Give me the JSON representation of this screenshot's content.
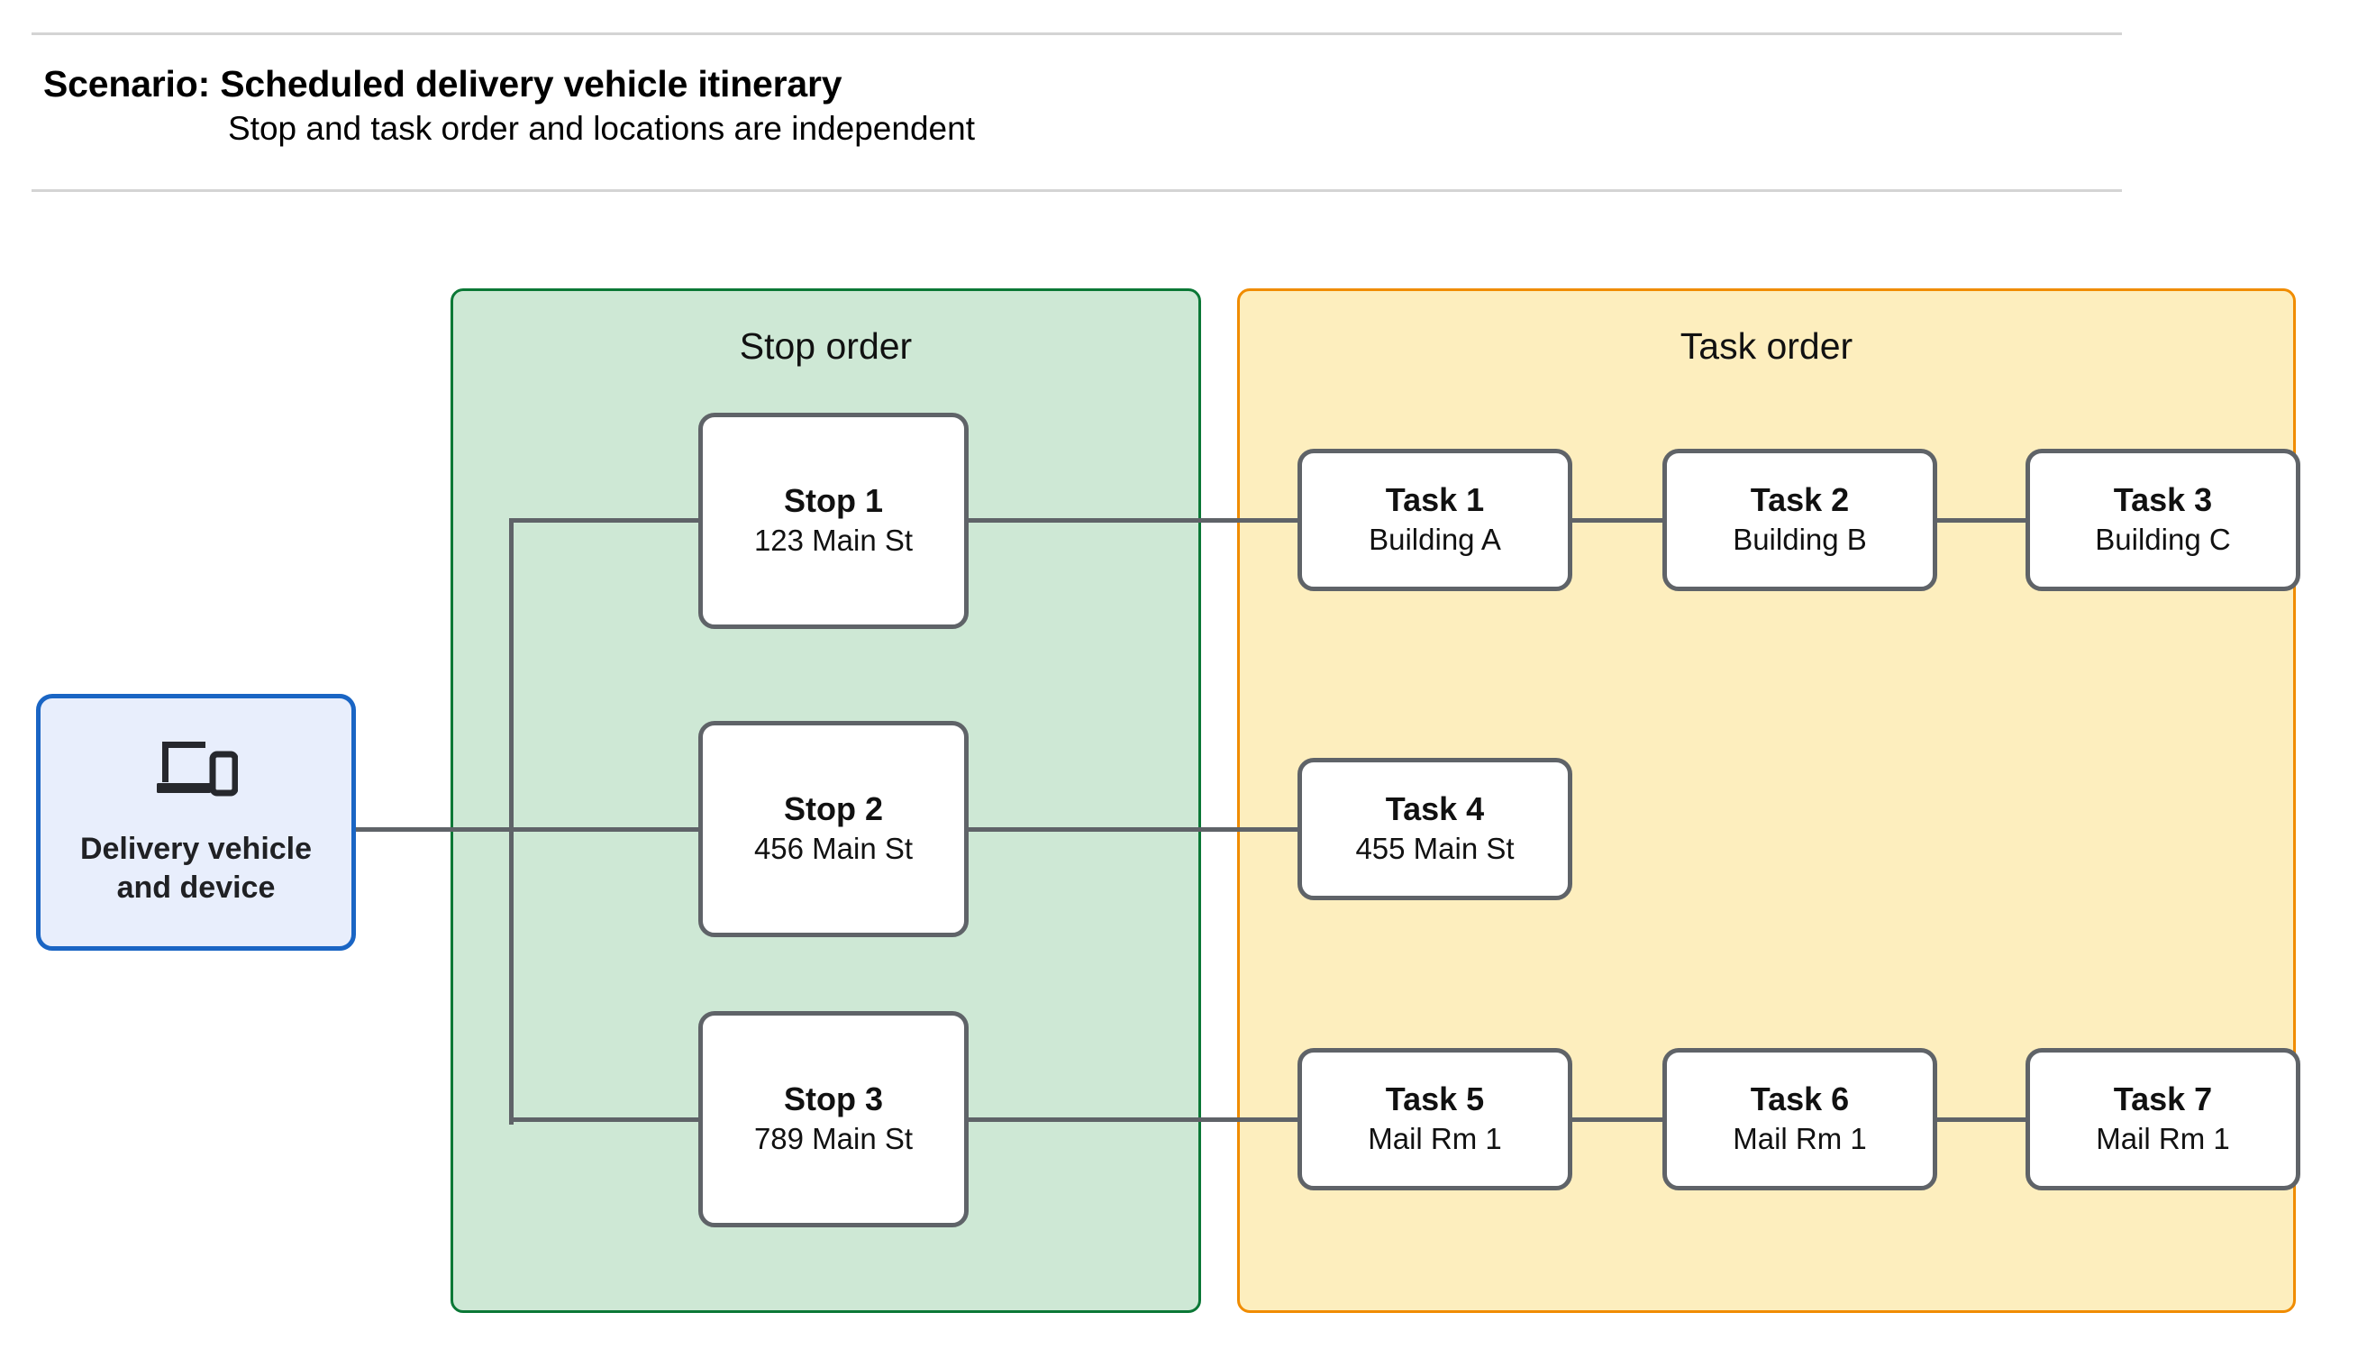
{
  "header": {
    "title": "Scenario: Scheduled delivery vehicle itinerary",
    "subtitle": "Stop and task order and locations are independent"
  },
  "delivery": {
    "label": "Delivery vehicle and device",
    "icon": "devices-icon",
    "fill_color": "#e8eefc",
    "border_color": "#1a65c4"
  },
  "groups": {
    "stop_order": {
      "title": "Stop order",
      "fill_color": "#cee8d5",
      "border_color": "#0b7836"
    },
    "task_order": {
      "title": "Task order",
      "fill_color": "#fdeebe",
      "border_color": "#f08c00"
    }
  },
  "stops": [
    {
      "title": "Stop 1",
      "address": "123 Main St"
    },
    {
      "title": "Stop 2",
      "address": "456 Main St"
    },
    {
      "title": "Stop 3",
      "address": "789 Main St"
    }
  ],
  "tasks": [
    {
      "title": "Task 1",
      "location": "Building A"
    },
    {
      "title": "Task 2",
      "location": "Building B"
    },
    {
      "title": "Task 3",
      "location": "Building C"
    },
    {
      "title": "Task 4",
      "location": "455 Main St"
    },
    {
      "title": "Task 5",
      "location": "Mail Rm 1"
    },
    {
      "title": "Task 6",
      "location": "Mail Rm 1"
    },
    {
      "title": "Task 7",
      "location": "Mail Rm 1"
    }
  ],
  "colors": {
    "connector": "#5f6368",
    "node_border": "#5f6368",
    "node_fill": "#ffffff",
    "rule": "#d4d4d4",
    "text": "#111111"
  }
}
